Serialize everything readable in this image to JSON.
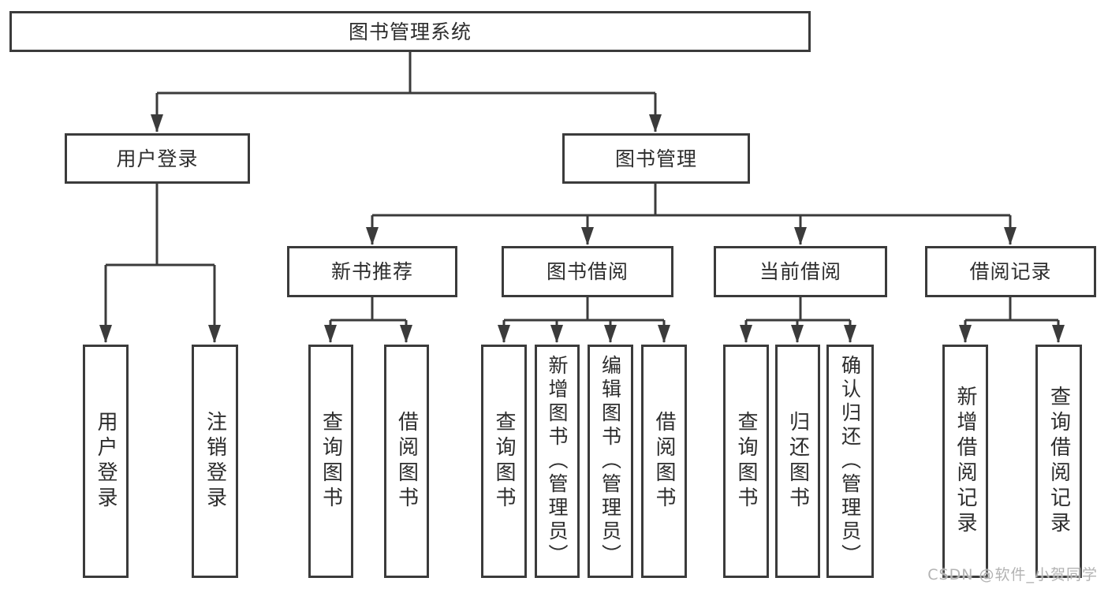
{
  "diagram": {
    "type": "hierarchy-tree",
    "root": {
      "label": "图书管理系统"
    },
    "branches": {
      "user_login": {
        "label": "用户登录",
        "children": {
          "login": {
            "label": "用户登录"
          },
          "logout": {
            "label": "注销登录"
          }
        }
      },
      "book_management": {
        "label": "图书管理",
        "children": {
          "new_book_recommend": {
            "label": "新书推荐",
            "children": {
              "query_books": {
                "label": "查询图书"
              },
              "borrow_books": {
                "label": "借阅图书"
              }
            }
          },
          "book_borrowing": {
            "label": "图书借阅",
            "children": {
              "query_books": {
                "label": "查询图书"
              },
              "add_books": {
                "label": "新增图书（管理员）"
              },
              "edit_books": {
                "label": "编辑图书（管理员）"
              },
              "borrow_books": {
                "label": "借阅图书"
              }
            }
          },
          "current_borrowing": {
            "label": "当前借阅",
            "children": {
              "query_books": {
                "label": "查询图书"
              },
              "return_books": {
                "label": "归还图书"
              },
              "confirm_return": {
                "label": "确认归还（管理员）"
              }
            }
          },
          "borrowing_records": {
            "label": "借阅记录",
            "children": {
              "add_record": {
                "label": "新增借阅记录"
              },
              "query_record": {
                "label": "查询借阅记录"
              }
            }
          }
        }
      }
    }
  },
  "watermark": {
    "text": "CSDN @软件_小贺同学"
  },
  "colors": {
    "line": "#3b3b3b",
    "box_border": "#3b3b3b",
    "box_background": "#ffffff",
    "label_text": "#2d2d2d",
    "watermark_text": "#b3b3b3"
  }
}
